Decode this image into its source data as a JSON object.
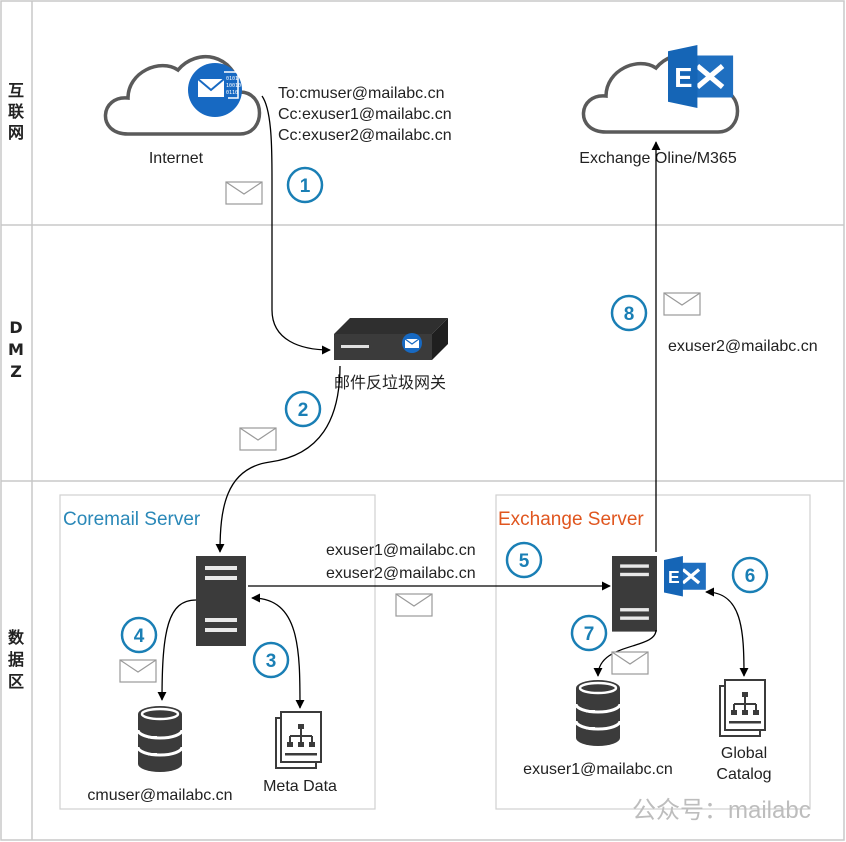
{
  "zones": {
    "internet": "互\n联\n网",
    "dmz": "D\nM\nZ",
    "data": "数\n据\n区"
  },
  "internet": {
    "label": "Internet",
    "to": "To:cmuser@mailabc.cn",
    "cc1": "Cc:exuser1@mailabc.cn",
    "cc2": "Cc:exuser2@mailabc.cn"
  },
  "cloud365": {
    "label": "Exchange Oline/M365"
  },
  "gateway": {
    "label": "邮件反垃圾网关"
  },
  "coremail": {
    "title": "Coremail Server",
    "mailbox_label": "cmuser@mailabc.cn",
    "meta_label": "Meta Data"
  },
  "exchange": {
    "title": "Exchange Server",
    "mailbox_label": "exuser1@mailabc.cn",
    "gc_line1": "Global",
    "gc_line2": "Catalog"
  },
  "relay": {
    "line1": "exuser1@mailabc.cn",
    "line2": "exuser2@mailabc.cn"
  },
  "to365": {
    "label": "exuser2@mailabc.cn"
  },
  "steps": [
    "1",
    "2",
    "3",
    "4",
    "5",
    "6",
    "7",
    "8"
  ],
  "watermark": "公众号：mailabc",
  "colors": {
    "accent_blue": "#1a7fb5",
    "exchange_orange": "#e0561f",
    "coremail_blue": "#2a88b8",
    "border_gray": "#c8c8c8",
    "server_dark": "#3b3b3b"
  }
}
